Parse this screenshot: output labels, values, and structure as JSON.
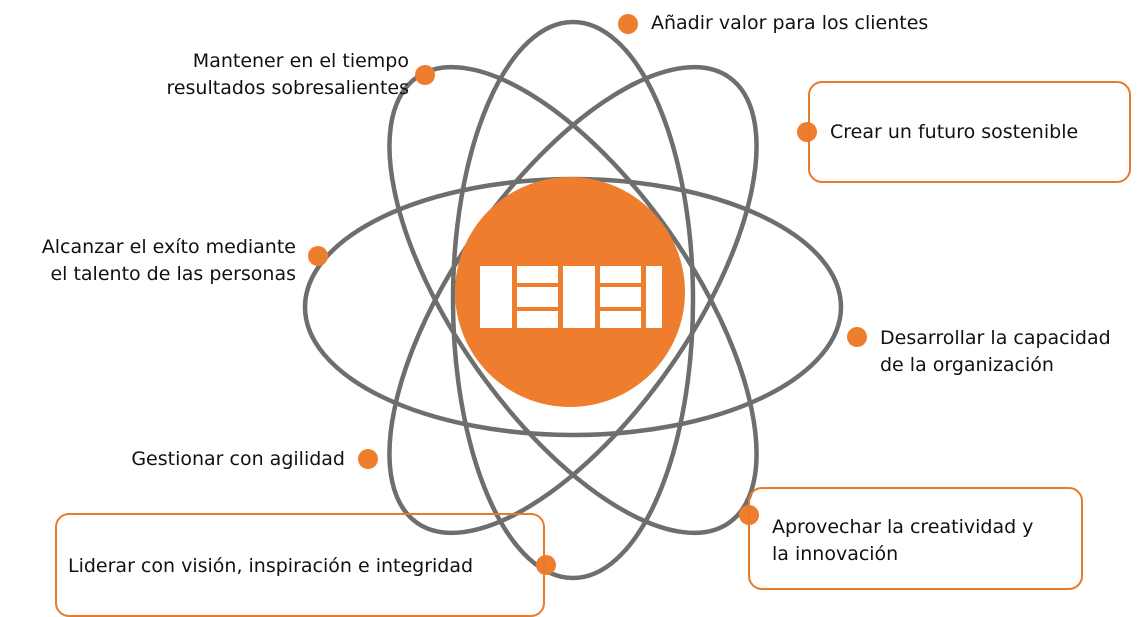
{
  "colors": {
    "accent": "#ee7d2e",
    "orbit": "#6e6e6e",
    "highlight": "#e87a2a",
    "logo": "#ffffff"
  },
  "center": {
    "icon": "efqm-logo-icon"
  },
  "labels": {
    "anadir_valor": "Añadir valor para los clientes",
    "mantener_l1": "Mantener en el tiempo",
    "mantener_l2": "resultados sobresalientes",
    "crear_futuro": "Crear un futuro sostenible",
    "alcanzar_l1": "Alcanzar el exíto mediante",
    "alcanzar_l2": "el talento de las personas",
    "desarrollar_l1": "Desarrollar la capacidad",
    "desarrollar_l2": "de la organización",
    "gestionar": "Gestionar con agilidad",
    "aprovechar_l1": "Aprovechar la creatividad y",
    "aprovechar_l2": "la innovación",
    "liderar": "Liderar con visión, inspiración e integridad"
  }
}
